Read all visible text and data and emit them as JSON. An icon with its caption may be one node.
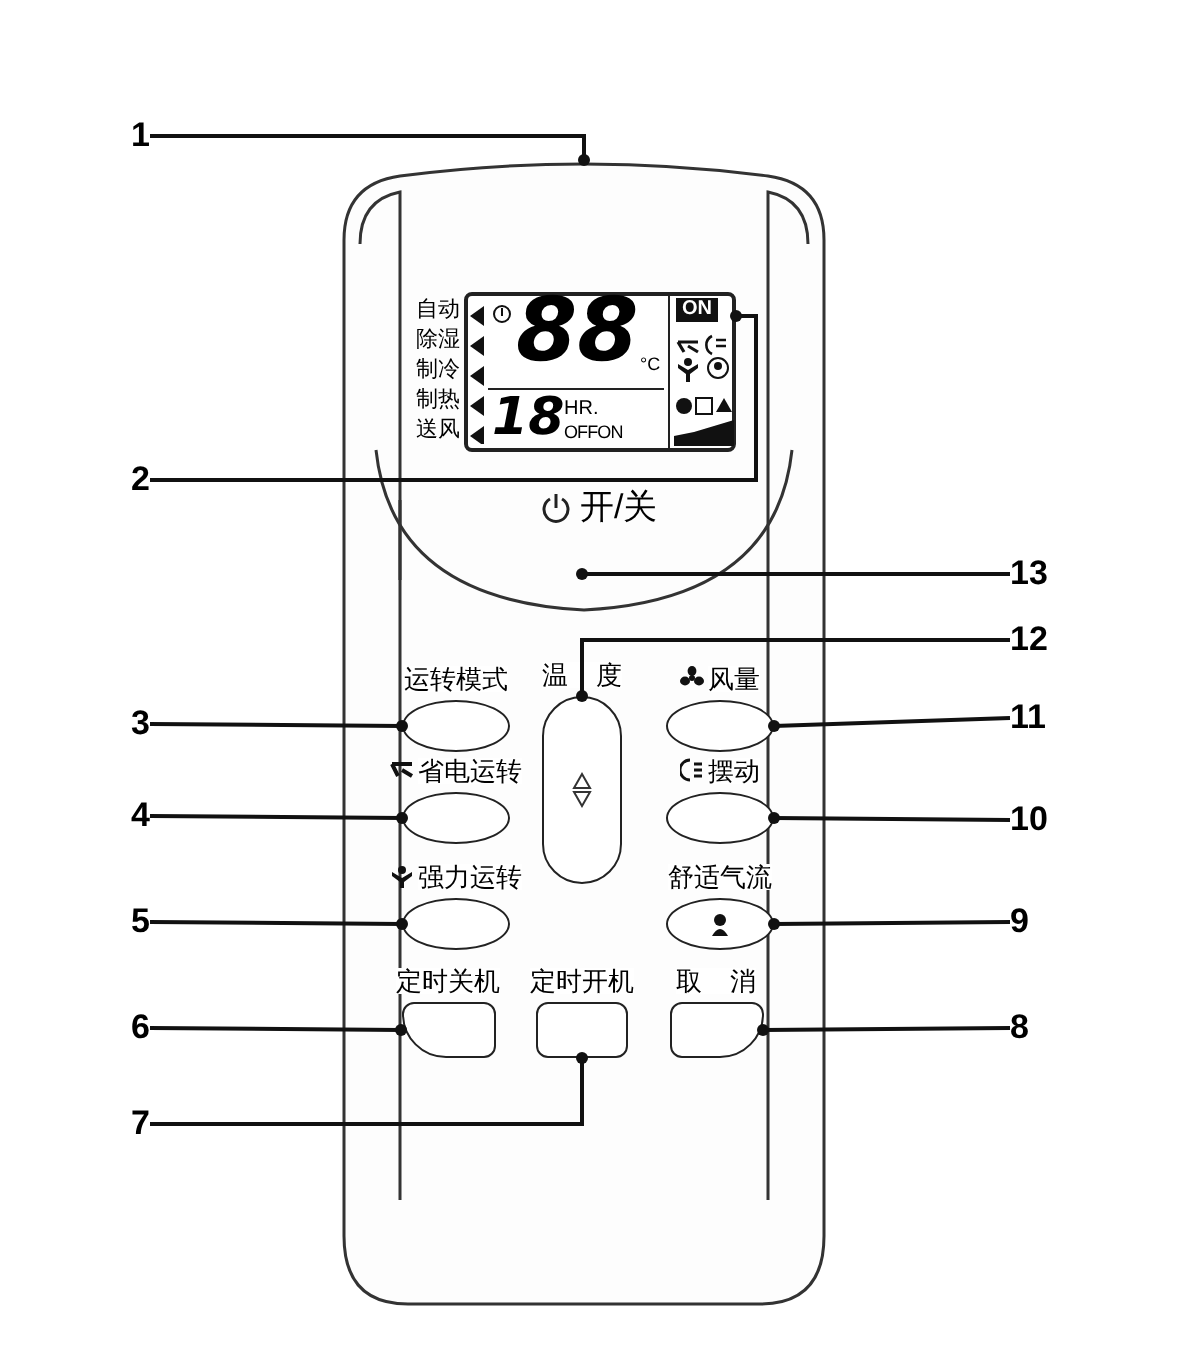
{
  "diagram": {
    "nodes": [
      {
        "text": [
          "1"
        ]
      },
      {
        "text": [
          "2"
        ]
      },
      {
        "text": [
          "3"
        ]
      },
      {
        "text": [
          "4"
        ]
      },
      {
        "text": [
          "5"
        ]
      },
      {
        "text": [
          "6"
        ]
      },
      {
        "text": [
          "7"
        ]
      },
      {
        "text": [
          "13"
        ]
      },
      {
        "text": [
          "12"
        ]
      },
      {
        "text": [
          "11"
        ]
      },
      {
        "text": [
          "10"
        ]
      },
      {
        "text": [
          "9"
        ]
      },
      {
        "text": [
          "8"
        ]
      },
      {
        "text": [
          "ON",
          "88",
          "°C",
          "18",
          "HR.",
          "OFFON"
        ]
      },
      {
        "text": [
          "运转模式"
        ]
      },
      {
        "text": [
          "省电运转"
        ]
      },
      {
        "text": [
          "强力运转"
        ]
      },
      {
        "text": [
          "定时关机"
        ]
      },
      {
        "text": [
          "定时开机"
        ]
      },
      {
        "text": [
          "取 消"
        ]
      },
      {
        "text": [
          "舒适气流"
        ]
      },
      {
        "text": [
          "摆动"
        ]
      },
      {
        "text": [
          "风量"
        ]
      },
      {
        "text": [
          "温 度"
        ]
      }
    ],
    "edges": [
      {
        "from": 0,
        "to": null,
        "arrow": "other"
      },
      {
        "from": 1,
        "to": 13,
        "arrow": "other"
      },
      {
        "from": 2,
        "to": 14,
        "arrow": "other"
      },
      {
        "from": 3,
        "to": 15,
        "arrow": "other"
      },
      {
        "from": 4,
        "to": 16,
        "arrow": "other"
      },
      {
        "from": 5,
        "to": 17,
        "arrow": "other"
      },
      {
        "from": 6,
        "to": 18,
        "arrow": "other"
      },
      {
        "from": 7,
        "to": null,
        "arrow": "other"
      },
      {
        "from": 8,
        "to": 23,
        "arrow": "other"
      },
      {
        "from": 9,
        "to": 22,
        "arrow": "other"
      },
      {
        "from": 10,
        "to": 21,
        "arrow": "other"
      },
      {
        "from": 11,
        "to": 20,
        "arrow": "other"
      },
      {
        "from": 12,
        "to": 19,
        "arrow": "other"
      }
    ],
    "labels": [
      "自动",
      "除湿",
      "制冷",
      "制热",
      "送风",
      "开/关"
    ]
  }
}
